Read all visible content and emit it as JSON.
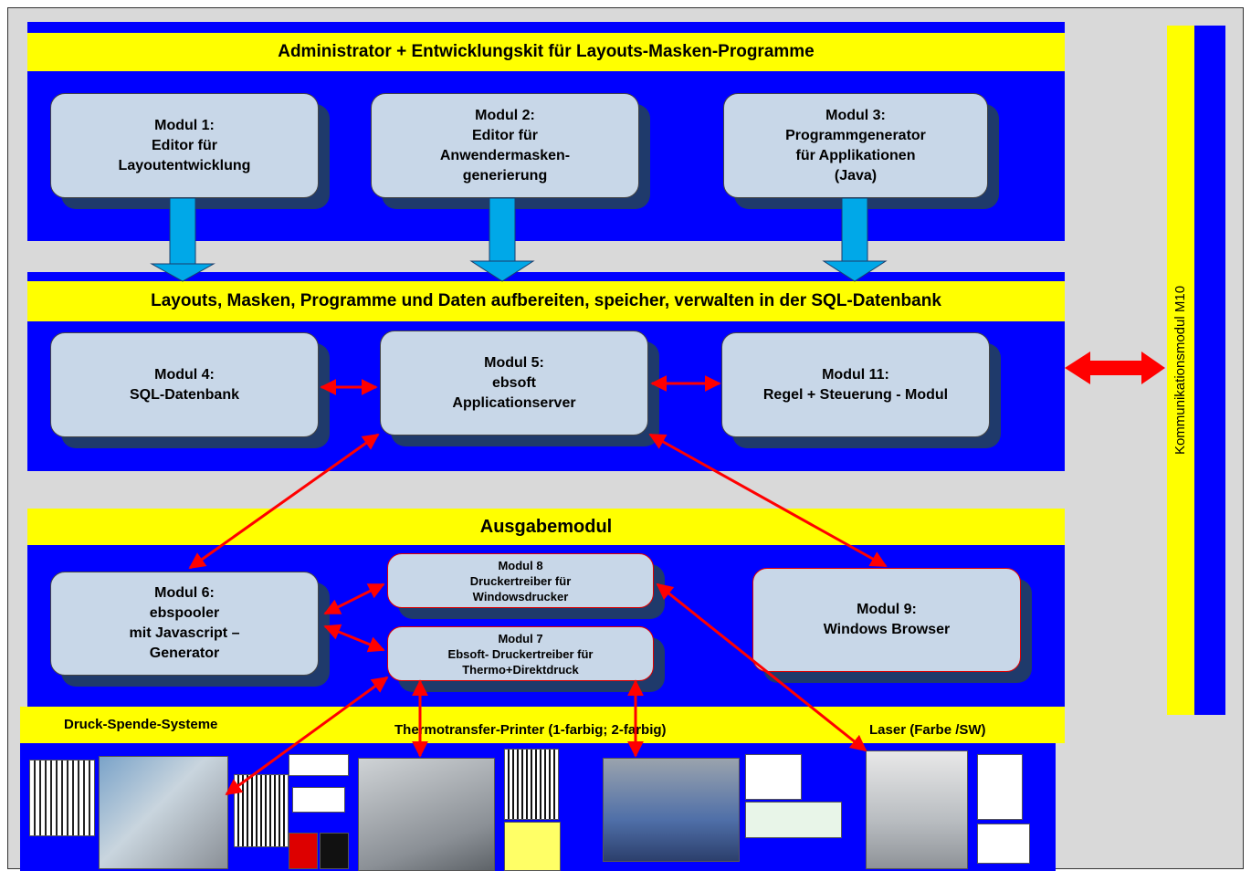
{
  "header": {
    "admin_title": "Administrator + Entwicklungskit für Layouts-Masken-Programme",
    "storage_title": "Layouts, Masken, Programme und Daten aufbereiten, speicher, verwalten in der SQL-Datenbank",
    "output_title": "Ausgabemodul",
    "comm_module": "Kommunikationsmodul M10"
  },
  "modules": {
    "m1": "Modul 1:\nEditor für\nLayoutentwicklung",
    "m2": "Modul 2:\nEditor für\nAnwendermasken-\ngenerierung",
    "m3": "Modul 3:\nProgrammgenerator\nfür Applikationen\n(Java)",
    "m4": "Modul 4:\nSQL-Datenbank",
    "m5": "Modul 5:\nebsoft\nApplicationserver",
    "m11": "Modul 11:\nRegel + Steuerung - Modul",
    "m6": "Modul 6:\nebspooler\nmit Javascript –\nGenerator",
    "m8": "Modul 8\nDruckertreiber für\nWindowsdrucker",
    "m7": "Modul 7\nEbsoft- Druckertreiber für\nThermo+Direktdruck",
    "m9": "Modul 9:\nWindows Browser"
  },
  "bottom": {
    "druck_spende": "Druck-Spende-Systeme",
    "thermo": "Thermotransfer-Printer (1-farbig; 2-farbig)",
    "laser": "Laser (Farbe /SW)"
  },
  "colors": {
    "panel_blue": "#0000ff",
    "bar_yellow": "#ffff00",
    "box_fill": "#c8d7e8",
    "box_shadow": "#1f3a6b",
    "arrow_red": "#ff0000",
    "arrow_cyan": "#00a8e8"
  }
}
